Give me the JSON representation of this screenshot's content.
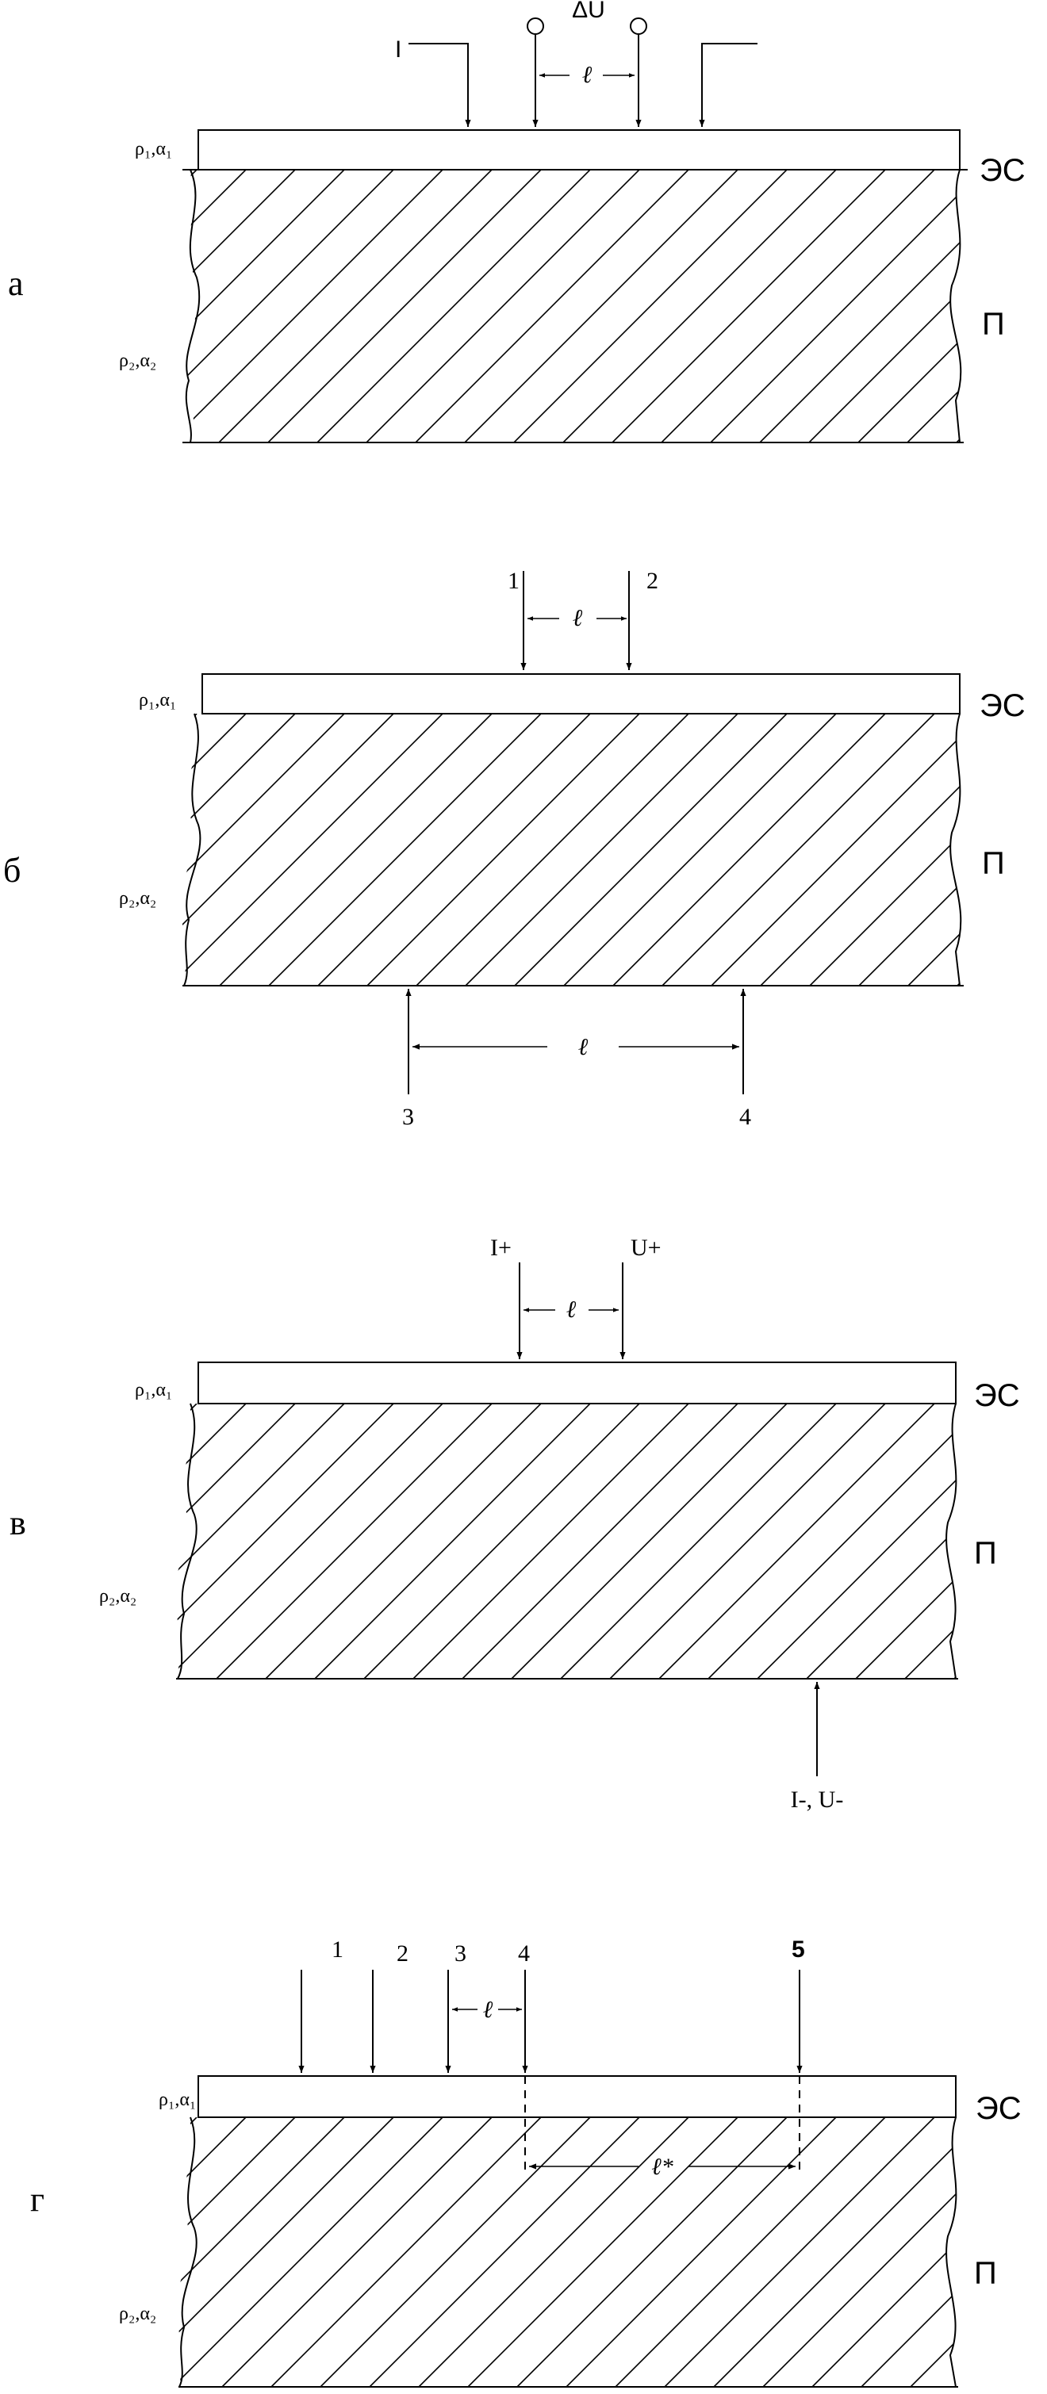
{
  "colors": {
    "ink": "#000000",
    "background": "#ffffff"
  },
  "panels": [
    {
      "id": "a",
      "letter": "а",
      "layer_label": "ЭС",
      "substrate_label": "П",
      "layer_params": "ρ₁,α₁",
      "substrate_params": "ρ₂,α₂",
      "current_label": "I",
      "voltage_label": "ΔU",
      "spacing_label": "ℓ"
    },
    {
      "id": "b",
      "letter": "б",
      "layer_label": "ЭС",
      "substrate_label": "П",
      "layer_params": "ρ₁,α₁",
      "substrate_params": "ρ₂,α₂",
      "top_probes": [
        "1",
        "2"
      ],
      "bottom_probes": [
        "3",
        "4"
      ],
      "spacing_label": "ℓ"
    },
    {
      "id": "v",
      "letter": "в",
      "layer_label": "ЭС",
      "substrate_label": "П",
      "layer_params": "ρ₁,α₁",
      "substrate_params": "ρ₂,α₂",
      "top_probes": [
        "I+",
        "U+"
      ],
      "bottom_probe": "I-, U-",
      "spacing_label": "ℓ"
    },
    {
      "id": "g",
      "letter": "г",
      "layer_label": "ЭС",
      "substrate_label": "П",
      "layer_params": "ρ₁,α₁",
      "substrate_params": "ρ₂,α₂",
      "probes": [
        "1",
        "2",
        "3",
        "4",
        "5"
      ],
      "spacing_label": "ℓ",
      "far_spacing_label": "ℓ*"
    }
  ]
}
